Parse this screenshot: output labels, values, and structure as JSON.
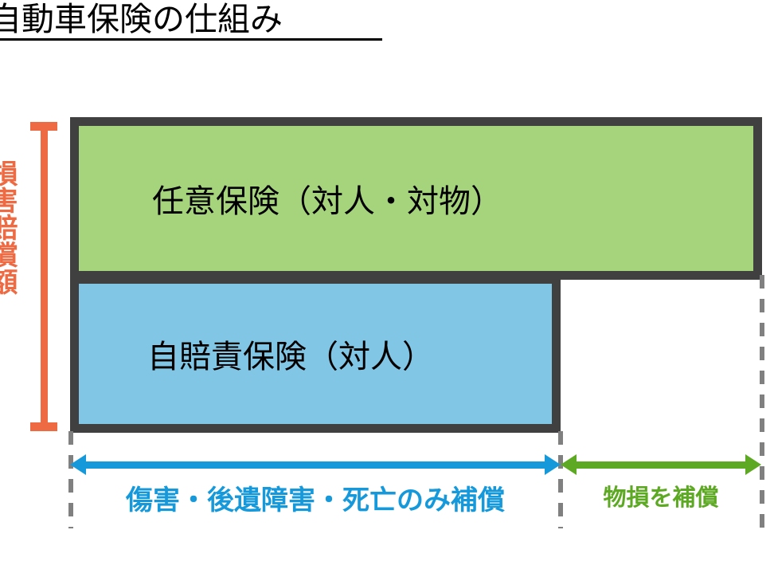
{
  "title": {
    "text": "自動車保険の仕組み",
    "underline": true
  },
  "axis": {
    "vertical_label": "損害賠償額",
    "bracket_color": "#ED6A43"
  },
  "boxes": [
    {
      "id": "voluntary-insurance",
      "label": "任意保険（対人・対物）",
      "fill": "#A6D47D",
      "border": "#404040"
    },
    {
      "id": "compulsory-insurance",
      "label": "自賠責保険（対人）",
      "fill": "#82C6E6",
      "border": "#404040"
    }
  ],
  "arrows": [
    {
      "id": "injury-coverage",
      "caption": "傷害・後遺障害・死亡のみ補償",
      "color": "#1599DB"
    },
    {
      "id": "property-coverage",
      "caption": "物損を補償",
      "color": "#5DA923"
    }
  ],
  "guides": {
    "color": "#808080",
    "style": "dashed"
  }
}
